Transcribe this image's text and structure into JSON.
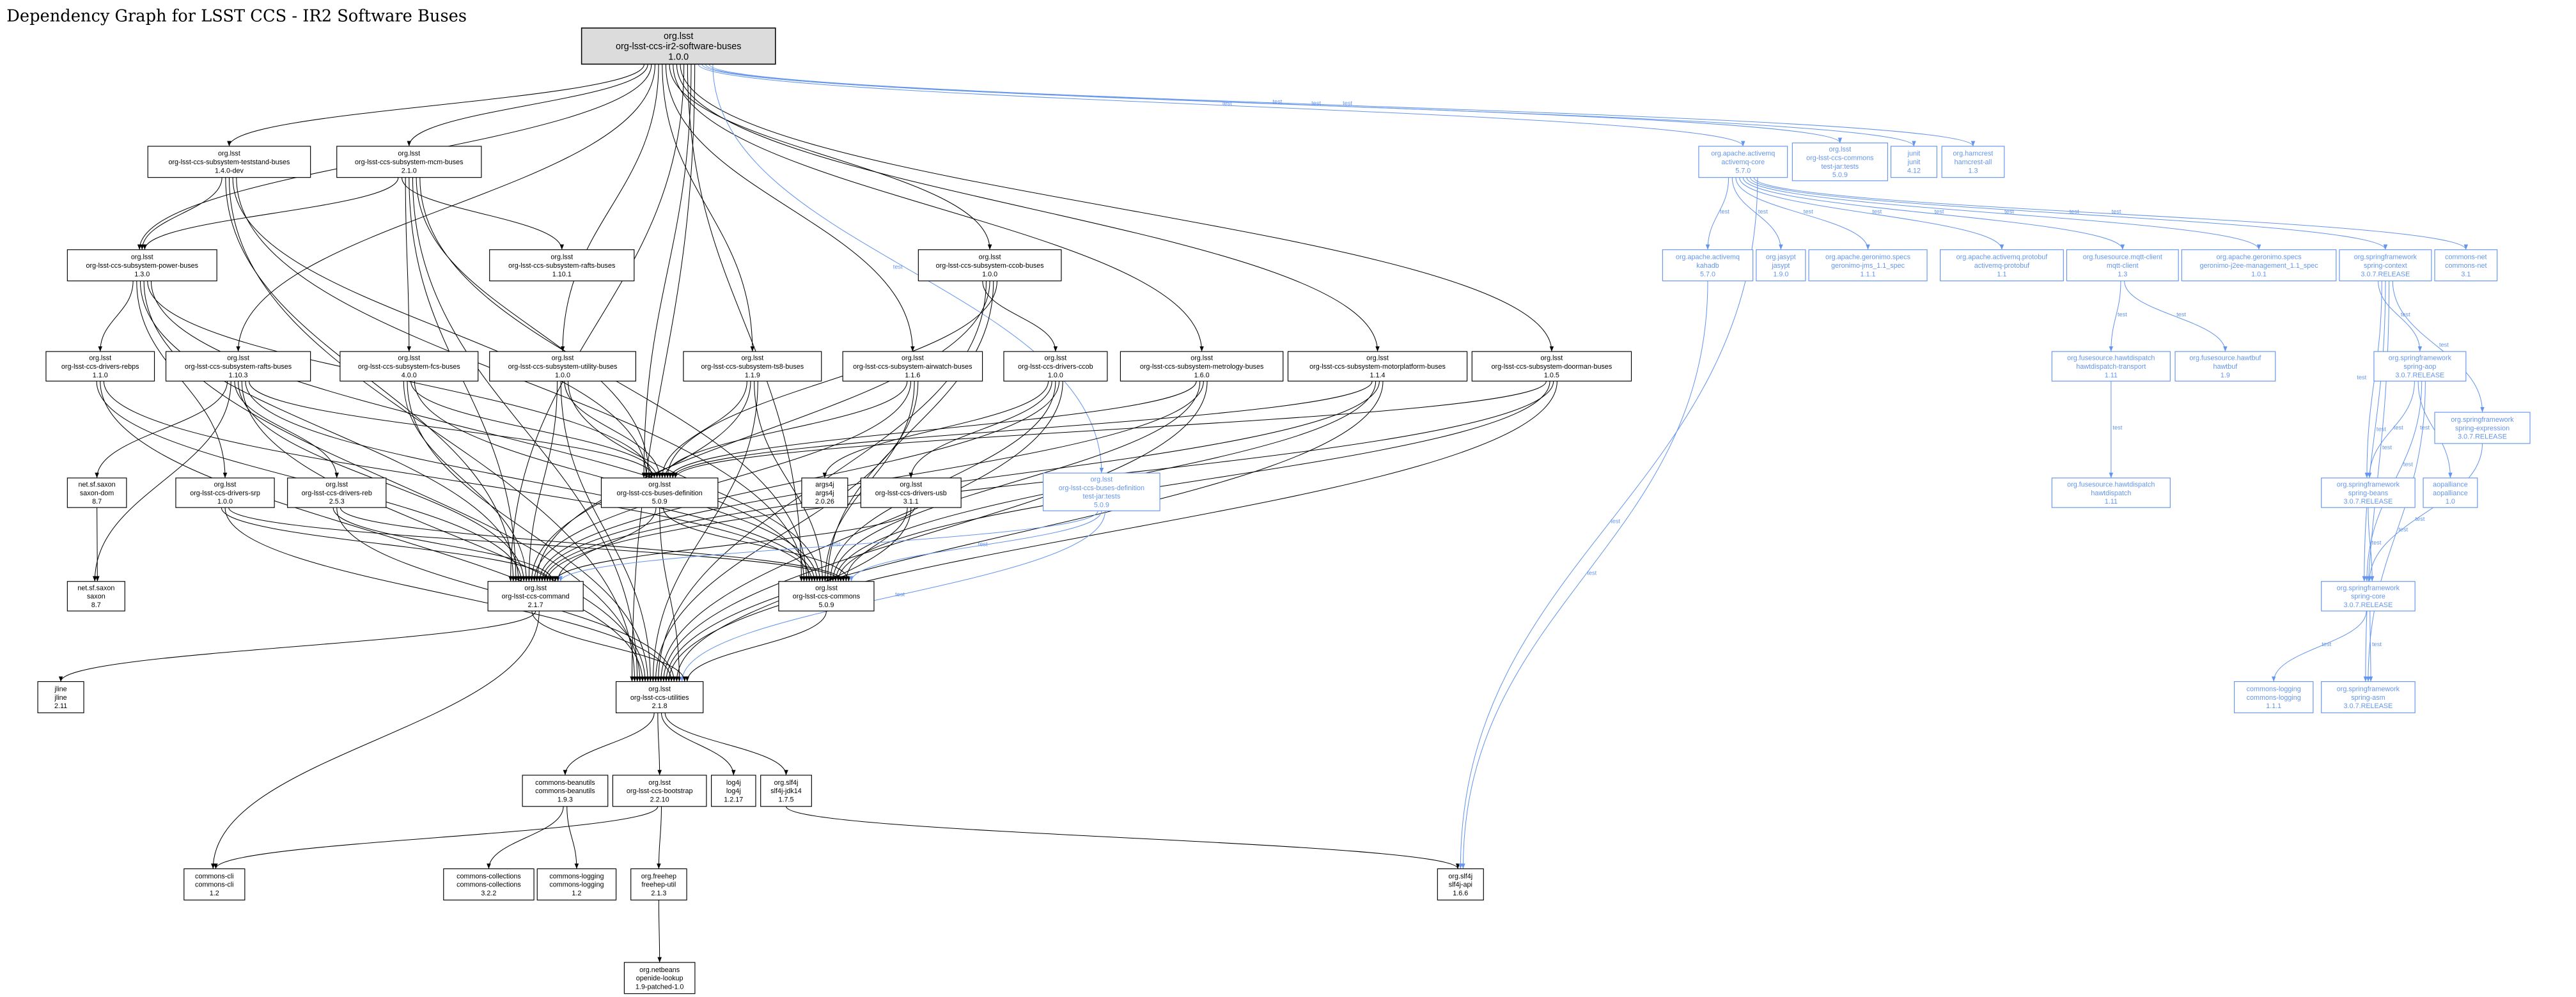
{
  "title": "Dependency Graph for LSST CCS - IR2 Software Buses",
  "edge_label": "test",
  "colors": {
    "normal": "#000000",
    "test": "#6495ed",
    "root_fill": "#dcdcdc"
  },
  "nodes": [
    {
      "id": "root",
      "kind": "root",
      "lines": [
        "org.lsst",
        "org-lsst-ccs-ir2-software-buses",
        "1.0.0"
      ]
    },
    {
      "id": "teststand",
      "lines": [
        "org.lsst",
        "org-lsst-ccs-subsystem-teststand-buses",
        "1.4.0-dev"
      ]
    },
    {
      "id": "mcm",
      "lines": [
        "org.lsst",
        "org-lsst-ccs-subsystem-mcm-buses",
        "2.1.0"
      ]
    },
    {
      "id": "amqcore",
      "kind": "test",
      "lines": [
        "org.apache.activemq",
        "activemq-core",
        "5.7.0"
      ]
    },
    {
      "id": "ccstest",
      "kind": "test",
      "lines": [
        "org.lsst",
        "org-lsst-ccs-commons",
        "test-jar:tests",
        "5.0.9"
      ]
    },
    {
      "id": "junit",
      "kind": "test",
      "lines": [
        "junit",
        "junit",
        "4.12"
      ]
    },
    {
      "id": "hamcrest",
      "kind": "test",
      "lines": [
        "org.hamcrest",
        "hamcrest-all",
        "1.3"
      ]
    },
    {
      "id": "power",
      "lines": [
        "org.lsst",
        "org-lsst-ccs-subsystem-power-buses",
        "1.3.0"
      ]
    },
    {
      "id": "rafts1101",
      "lines": [
        "org.lsst",
        "org-lsst-ccs-subsystem-rafts-buses",
        "1.10.1"
      ]
    },
    {
      "id": "ccob",
      "lines": [
        "org.lsst",
        "org-lsst-ccs-subsystem-ccob-buses",
        "1.0.0"
      ]
    },
    {
      "id": "kahadb",
      "kind": "test",
      "lines": [
        "org.apache.activemq",
        "kahadb",
        "5.7.0"
      ]
    },
    {
      "id": "jasypt",
      "kind": "test",
      "lines": [
        "org.jasypt",
        "jasypt",
        "1.9.0"
      ]
    },
    {
      "id": "gjms",
      "kind": "test",
      "lines": [
        "org.apache.geronimo.specs",
        "geronimo-jms_1.1_spec",
        "1.1.1"
      ]
    },
    {
      "id": "protobuf",
      "kind": "test",
      "lines": [
        "org.apache.activemq.protobuf",
        "activemq-protobuf",
        "1.1"
      ]
    },
    {
      "id": "mqtt",
      "kind": "test",
      "lines": [
        "org.fusesource.mqtt-client",
        "mqtt-client",
        "1.3"
      ]
    },
    {
      "id": "j2ee",
      "kind": "test",
      "lines": [
        "org.apache.geronimo.specs",
        "geronimo-j2ee-management_1.1_spec",
        "1.0.1"
      ]
    },
    {
      "id": "sctx",
      "kind": "test",
      "lines": [
        "org.springframework",
        "spring-context",
        "3.0.7.RELEASE"
      ]
    },
    {
      "id": "cnet",
      "kind": "test",
      "lines": [
        "commons-net",
        "commons-net",
        "3.1"
      ]
    },
    {
      "id": "rebps",
      "lines": [
        "org.lsst",
        "org-lsst-ccs-drivers-rebps",
        "1.1.0"
      ]
    },
    {
      "id": "rafts1103",
      "lines": [
        "org.lsst",
        "org-lsst-ccs-subsystem-rafts-buses",
        "1.10.3"
      ]
    },
    {
      "id": "fcs",
      "lines": [
        "org.lsst",
        "org-lsst-ccs-subsystem-fcs-buses",
        "4.0.0"
      ]
    },
    {
      "id": "utility",
      "lines": [
        "org.lsst",
        "org-lsst-ccs-subsystem-utility-buses",
        "1.0.0"
      ]
    },
    {
      "id": "ts8",
      "lines": [
        "org.lsst",
        "org-lsst-ccs-subsystem-ts8-buses",
        "1.1.9"
      ]
    },
    {
      "id": "airwatch",
      "lines": [
        "org.lsst",
        "org-lsst-ccs-subsystem-airwatch-buses",
        "1.1.6"
      ]
    },
    {
      "id": "dccob",
      "lines": [
        "org.lsst",
        "org-lsst-ccs-drivers-ccob",
        "1.0.0"
      ]
    },
    {
      "id": "metrology",
      "lines": [
        "org.lsst",
        "org-lsst-ccs-subsystem-metrology-buses",
        "1.6.0"
      ]
    },
    {
      "id": "motor",
      "lines": [
        "org.lsst",
        "org-lsst-ccs-subsystem-motorplatform-buses",
        "1.1.4"
      ]
    },
    {
      "id": "doorman",
      "lines": [
        "org.lsst",
        "org-lsst-ccs-subsystem-doorman-buses",
        "1.0.5"
      ]
    },
    {
      "id": "hdt",
      "kind": "test",
      "lines": [
        "org.fusesource.hawtdispatch",
        "hawtdispatch-transport",
        "1.11"
      ]
    },
    {
      "id": "hawtbuf",
      "kind": "test",
      "lines": [
        "org.fusesource.hawtbuf",
        "hawtbuf",
        "1.9"
      ]
    },
    {
      "id": "saop",
      "kind": "test",
      "lines": [
        "org.springframework",
        "spring-aop",
        "3.0.7.RELEASE"
      ]
    },
    {
      "id": "sexpr",
      "kind": "test",
      "lines": [
        "org.springframework",
        "spring-expression",
        "3.0.7.RELEASE"
      ]
    },
    {
      "id": "saxondom",
      "lines": [
        "net.sf.saxon",
        "saxon-dom",
        "8.7"
      ]
    },
    {
      "id": "srp",
      "lines": [
        "org.lsst",
        "org-lsst-ccs-drivers-srp",
        "1.0.0"
      ]
    },
    {
      "id": "reb",
      "lines": [
        "org.lsst",
        "org-lsst-ccs-drivers-reb",
        "2.5.3"
      ]
    },
    {
      "id": "busdef",
      "lines": [
        "org.lsst",
        "org-lsst-ccs-buses-definition",
        "5.0.9"
      ]
    },
    {
      "id": "args4j",
      "lines": [
        "args4j",
        "args4j",
        "2.0.26"
      ]
    },
    {
      "id": "usb",
      "lines": [
        "org.lsst",
        "org-lsst-ccs-drivers-usb",
        "3.1.1"
      ]
    },
    {
      "id": "busdeftest",
      "kind": "test",
      "lines": [
        "org.lsst",
        "org-lsst-ccs-buses-definition",
        "test-jar:tests",
        "5.0.9"
      ]
    },
    {
      "id": "hd",
      "kind": "test",
      "lines": [
        "org.fusesource.hawtdispatch",
        "hawtdispatch",
        "1.11"
      ]
    },
    {
      "id": "sbeans",
      "kind": "test",
      "lines": [
        "org.springframework",
        "spring-beans",
        "3.0.7.RELEASE"
      ]
    },
    {
      "id": "aopall",
      "kind": "test",
      "lines": [
        "aopalliance",
        "aopalliance",
        "1.0"
      ]
    },
    {
      "id": "saxon",
      "lines": [
        "net.sf.saxon",
        "saxon",
        "8.7"
      ]
    },
    {
      "id": "command",
      "lines": [
        "org.lsst",
        "org-lsst-ccs-command",
        "2.1.7"
      ]
    },
    {
      "id": "commons",
      "lines": [
        "org.lsst",
        "org-lsst-ccs-commons",
        "5.0.9"
      ]
    },
    {
      "id": "score",
      "kind": "test",
      "lines": [
        "org.springframework",
        "spring-core",
        "3.0.7.RELEASE"
      ]
    },
    {
      "id": "utilities",
      "lines": [
        "org.lsst",
        "org-lsst-ccs-utilities",
        "2.1.8"
      ]
    },
    {
      "id": "jline",
      "lines": [
        "jline",
        "jline",
        "2.11"
      ]
    },
    {
      "id": "clog111",
      "kind": "test",
      "lines": [
        "commons-logging",
        "commons-logging",
        "1.1.1"
      ]
    },
    {
      "id": "sasm",
      "kind": "test",
      "lines": [
        "org.springframework",
        "spring-asm",
        "3.0.7.RELEASE"
      ]
    },
    {
      "id": "beanutils",
      "lines": [
        "commons-beanutils",
        "commons-beanutils",
        "1.9.3"
      ]
    },
    {
      "id": "bootstrap",
      "lines": [
        "org.lsst",
        "org-lsst-ccs-bootstrap",
        "2.2.10"
      ]
    },
    {
      "id": "log4j",
      "lines": [
        "log4j",
        "log4j",
        "1.2.17"
      ]
    },
    {
      "id": "jdk14",
      "lines": [
        "org.slf4j",
        "slf4j-jdk14",
        "1.7.5"
      ]
    },
    {
      "id": "cli",
      "lines": [
        "commons-cli",
        "commons-cli",
        "1.2"
      ]
    },
    {
      "id": "coll",
      "lines": [
        "commons-collections",
        "commons-collections",
        "3.2.2"
      ]
    },
    {
      "id": "clog12",
      "lines": [
        "commons-logging",
        "commons-logging",
        "1.2"
      ]
    },
    {
      "id": "freehep",
      "lines": [
        "org.freehep",
        "freehep-util",
        "2.1.3"
      ]
    },
    {
      "id": "slf4japi",
      "lines": [
        "org.slf4j",
        "slf4j-api",
        "1.6.6"
      ]
    },
    {
      "id": "openide",
      "lines": [
        "org.netbeans",
        "openide-lookup",
        "1.9-patched-1.0"
      ]
    }
  ],
  "edges": [
    [
      "root",
      "teststand"
    ],
    [
      "root",
      "mcm"
    ],
    [
      "root",
      "power"
    ],
    [
      "root",
      "rafts1103"
    ],
    [
      "root",
      "utility"
    ],
    [
      "root",
      "ts8"
    ],
    [
      "root",
      "airwatch"
    ],
    [
      "root",
      "ccob"
    ],
    [
      "root",
      "metrology"
    ],
    [
      "root",
      "motor"
    ],
    [
      "root",
      "doorman"
    ],
    [
      "root",
      "command"
    ],
    [
      "root",
      "commons"
    ],
    [
      "root",
      "busdef"
    ],
    [
      "root",
      "utilities"
    ],
    [
      "root",
      "amqcore",
      "test"
    ],
    [
      "root",
      "ccstest",
      "test"
    ],
    [
      "root",
      "junit",
      "test"
    ],
    [
      "root",
      "hamcrest",
      "test"
    ],
    [
      "root",
      "busdeftest",
      "test"
    ],
    [
      "teststand",
      "power"
    ],
    [
      "teststand",
      "command"
    ],
    [
      "teststand",
      "utilities"
    ],
    [
      "teststand",
      "busdef"
    ],
    [
      "teststand",
      "commons"
    ],
    [
      "mcm",
      "power"
    ],
    [
      "mcm",
      "rafts1101"
    ],
    [
      "mcm",
      "fcs"
    ],
    [
      "mcm",
      "command"
    ],
    [
      "mcm",
      "utilities"
    ],
    [
      "mcm",
      "busdef"
    ],
    [
      "mcm",
      "commons"
    ],
    [
      "power",
      "rebps"
    ],
    [
      "power",
      "srp"
    ],
    [
      "power",
      "command"
    ],
    [
      "power",
      "utilities"
    ],
    [
      "power",
      "busdef"
    ],
    [
      "power",
      "commons"
    ],
    [
      "rebps",
      "command"
    ],
    [
      "rebps",
      "utilities"
    ],
    [
      "rebps",
      "commons"
    ],
    [
      "rafts1103",
      "saxondom"
    ],
    [
      "rafts1103",
      "saxon"
    ],
    [
      "rafts1103",
      "reb"
    ],
    [
      "rafts1103",
      "command"
    ],
    [
      "rafts1103",
      "utilities"
    ],
    [
      "rafts1103",
      "commons"
    ],
    [
      "rafts1103",
      "busdef"
    ],
    [
      "fcs",
      "command"
    ],
    [
      "fcs",
      "utilities"
    ],
    [
      "fcs",
      "busdef"
    ],
    [
      "fcs",
      "commons"
    ],
    [
      "utility",
      "command"
    ],
    [
      "utility",
      "utilities"
    ],
    [
      "utility",
      "busdef"
    ],
    [
      "utility",
      "commons"
    ],
    [
      "ts8",
      "busdef"
    ],
    [
      "ts8",
      "command"
    ],
    [
      "ts8",
      "commons"
    ],
    [
      "ts8",
      "utilities"
    ],
    [
      "airwatch",
      "busdef"
    ],
    [
      "airwatch",
      "command"
    ],
    [
      "airwatch",
      "commons"
    ],
    [
      "airwatch",
      "utilities"
    ],
    [
      "ccob",
      "dccob"
    ],
    [
      "ccob",
      "utilities"
    ],
    [
      "ccob",
      "command"
    ],
    [
      "ccob",
      "commons"
    ],
    [
      "ccob",
      "busdef"
    ],
    [
      "dccob",
      "args4j"
    ],
    [
      "dccob",
      "usb"
    ],
    [
      "dccob",
      "commons"
    ],
    [
      "dccob",
      "command"
    ],
    [
      "dccob",
      "utilities"
    ],
    [
      "metrology",
      "busdef"
    ],
    [
      "metrology",
      "commons"
    ],
    [
      "metrology",
      "command"
    ],
    [
      "metrology",
      "utilities"
    ],
    [
      "motor",
      "busdef"
    ],
    [
      "motor",
      "commons"
    ],
    [
      "motor",
      "command"
    ],
    [
      "motor",
      "utilities"
    ],
    [
      "doorman",
      "busdef"
    ],
    [
      "doorman",
      "commons"
    ],
    [
      "doorman",
      "command"
    ],
    [
      "doorman",
      "utilities"
    ],
    [
      "saxondom",
      "saxon"
    ],
    [
      "srp",
      "command"
    ],
    [
      "srp",
      "utilities"
    ],
    [
      "srp",
      "commons"
    ],
    [
      "reb",
      "command"
    ],
    [
      "reb",
      "utilities"
    ],
    [
      "reb",
      "commons"
    ],
    [
      "usb",
      "commons"
    ],
    [
      "usb",
      "utilities"
    ],
    [
      "usb",
      "command"
    ],
    [
      "busdef",
      "command"
    ],
    [
      "busdef",
      "utilities"
    ],
    [
      "busdef",
      "commons"
    ],
    [
      "busdeftest",
      "command",
      "test"
    ],
    [
      "busdeftest",
      "commons",
      "test"
    ],
    [
      "busdeftest",
      "utilities",
      "test"
    ],
    [
      "command",
      "utilities"
    ],
    [
      "command",
      "jline"
    ],
    [
      "command",
      "cli"
    ],
    [
      "commons",
      "utilities"
    ],
    [
      "utilities",
      "beanutils"
    ],
    [
      "utilities",
      "bootstrap"
    ],
    [
      "utilities",
      "log4j"
    ],
    [
      "utilities",
      "jdk14"
    ],
    [
      "beanutils",
      "coll"
    ],
    [
      "beanutils",
      "clog12"
    ],
    [
      "bootstrap",
      "cli"
    ],
    [
      "bootstrap",
      "freehep"
    ],
    [
      "freehep",
      "openide"
    ],
    [
      "jdk14",
      "slf4japi"
    ],
    [
      "amqcore",
      "kahadb",
      "test"
    ],
    [
      "amqcore",
      "jasypt",
      "test"
    ],
    [
      "amqcore",
      "gjms",
      "test"
    ],
    [
      "amqcore",
      "protobuf",
      "test"
    ],
    [
      "amqcore",
      "mqtt",
      "test"
    ],
    [
      "amqcore",
      "j2ee",
      "test"
    ],
    [
      "amqcore",
      "sctx",
      "test"
    ],
    [
      "amqcore",
      "cnet",
      "test"
    ],
    [
      "amqcore",
      "slf4japi",
      "test"
    ],
    [
      "kahadb",
      "slf4japi",
      "test"
    ],
    [
      "mqtt",
      "hdt",
      "test"
    ],
    [
      "mqtt",
      "hawtbuf",
      "test"
    ],
    [
      "hdt",
      "hd",
      "test"
    ],
    [
      "sctx",
      "saop",
      "test"
    ],
    [
      "sctx",
      "sbeans",
      "test"
    ],
    [
      "sctx",
      "score",
      "test"
    ],
    [
      "sctx",
      "sasm",
      "test"
    ],
    [
      "sctx",
      "sexpr",
      "test"
    ],
    [
      "saop",
      "sbeans",
      "test"
    ],
    [
      "saop",
      "aopall",
      "test"
    ],
    [
      "saop",
      "score",
      "test"
    ],
    [
      "saop",
      "sasm",
      "test"
    ],
    [
      "sexpr",
      "score",
      "test"
    ],
    [
      "sbeans",
      "score",
      "test"
    ],
    [
      "score",
      "clog111",
      "test"
    ],
    [
      "score",
      "sasm",
      "test"
    ]
  ]
}
